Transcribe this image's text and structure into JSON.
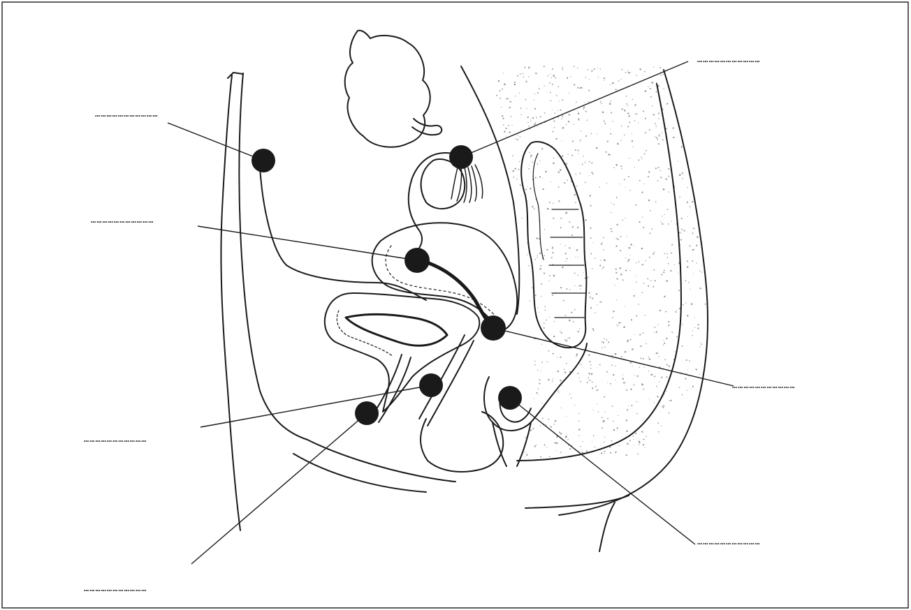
{
  "diagram": {
    "colors": {
      "ink": "#1a1a1a",
      "stipple": "#9a9a9a",
      "background": "#ffffff",
      "border": "#2a2a2a"
    },
    "label_blanks": [
      {
        "id": "label-blank-top-right",
        "text": "……………………………"
      },
      {
        "id": "label-blank-upper-left",
        "text": "……………………………"
      },
      {
        "id": "label-blank-mid-left",
        "text": "……………………………"
      },
      {
        "id": "label-blank-right",
        "text": "……………………………"
      },
      {
        "id": "label-blank-lower-left",
        "text": "……………………………"
      },
      {
        "id": "label-blank-bottom-right",
        "text": "……………………………"
      },
      {
        "id": "label-blank-bottom-left",
        "text": "……………………………"
      }
    ],
    "markers": [
      {
        "id": "marker-abdominal-wall"
      },
      {
        "id": "marker-ovary-fimbriae"
      },
      {
        "id": "marker-uterus-fundus"
      },
      {
        "id": "marker-cervix"
      },
      {
        "id": "marker-vagina"
      },
      {
        "id": "marker-urethra"
      },
      {
        "id": "marker-rectum"
      }
    ]
  }
}
